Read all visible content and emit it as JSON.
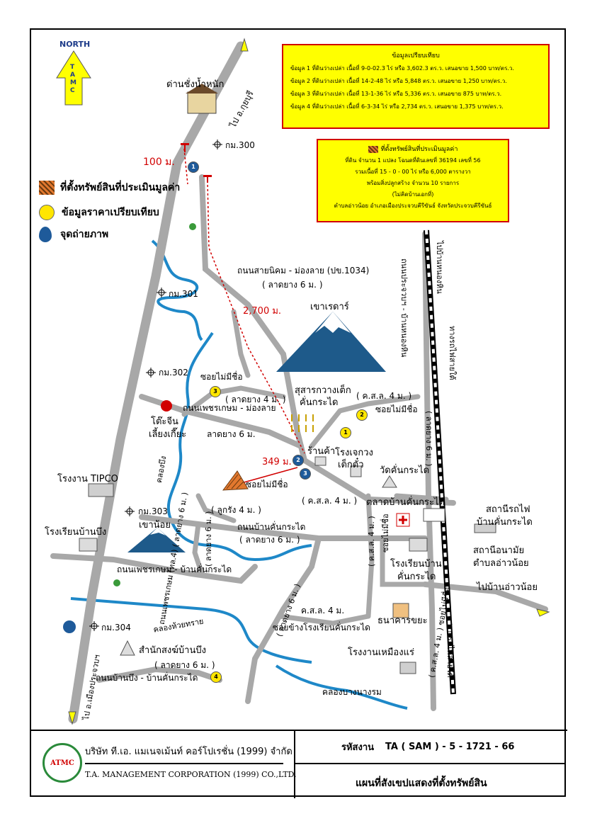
{
  "north": {
    "label": "NORTH",
    "arrow_letters": "TAMC"
  },
  "info_box": {
    "title": "ข้อมูลเปรียบเทียบ",
    "rows": [
      "ข้อมูล 1 ที่ดินว่างเปล่า เนื้อที่ 9-0-02.3 ไร่ หรือ 3,602.3 ตร.ว. เสนอขาย 1,500 บาท/ตร.ว.",
      "ข้อมูล 2 ที่ดินว่างเปล่า เนื้อที่ 14-2-48 ไร่ หรือ 5,848 ตร.ว. เสนอขาย 1,250 บาท/ตร.ว.",
      "ข้อมูล 3 ที่ดินว่างเปล่า เนื้อที่ 13-1-36 ไร่ หรือ 5,336 ตร.ว. เสนอขาย 875 บาท/ตร.ว.",
      "ข้อมูล 4 ที่ดินว่างเปล่า เนื้อที่ 6-3-34 ไร่ หรือ 2,734 ตร.ว. เสนอขาย 1,375 บาท/ตร.ว."
    ]
  },
  "property_box": {
    "title": "ที่ตั้งทรัพย์สินที่ประเมินมูลค่า",
    "rows": [
      "ที่ดิน จำนวน 1 แปลง โฉนดที่ดินเลขที่ 36194 เลขที่ 56",
      "รวมเนื้อที่ 15 - 0 - 00 ไร่ หรือ 6,000 ตารางวา",
      "พร้อมสิ่งปลูกสร้าง จำนวน 10 รายการ",
      "(ไม่คิดบ้านเอกที่)",
      "ตำบลอ่าวน้อย อำเภอเมืองประจวบคีรีขันธ์ จังหวัดประจวบคีรีขันธ์"
    ]
  },
  "legend": {
    "property": "ที่ตั้งทรัพย์สินที่ประเมินมูลค่า",
    "comparable": "ข้อมูลราคาเปรียบเทียบ",
    "photo": "จุดถ่ายภาพ"
  },
  "labels": {
    "weigh_station": "ด่านชั่งน้ำหนัก",
    "to_kui_buri": "ไป อ.กุยบุรี",
    "km300": "กม.300",
    "km301": "กม.301",
    "km302": "กม.302",
    "km303": "กม.303",
    "km304": "กม.304",
    "dist_100": "100 ม.",
    "dist_2700": "2,700 ม.",
    "dist_349": "349 ม.",
    "road_sainikom": "ถนนสายนิคม - ม่องลาย (ปข.1034)",
    "asphalt6_a": "( ลาดยาง 6 ม. )",
    "khao_reserve": "เขาเรดาร์",
    "soi_no_name_1": "ซอยไม่มีชื่อ",
    "asphalt4": "( ลาดยาง 4 ม. )",
    "farm": "สุสารกวางเต็ก",
    "farm2": "คั่นกระได",
    "ksl4_a": "( ค.ส.ล. 4 ม. )",
    "soi_no_name_2": "ซอยไม่มีชื่อ",
    "road_phetkasem_monglai": "ถนนเพชรเกษม - ม่องลาย",
    "toh_chin": "โต๊ะจีน",
    "toh_chin2": "เลี้ยงเกี๊ยะ",
    "asphalt6_b": "ลาดยาง 6 ม.",
    "shop": "ร้านค้า",
    "school_jekuang": "โรงเจกวง",
    "school_jekuang2": "เต็กตั๋ว",
    "temple_khankradai": "วัดคั่นกระได",
    "tipco": "โรงงาน TIPCO",
    "soi_no_name_3": "ซอยไม่มีชื่อ",
    "ksl4_b": "( ค.ส.ล. 4 ม. )",
    "market": "ตลาดบ้านคั่นกระได",
    "station": "สถานีรถไฟ",
    "station2": "บ้านคั่นกระได",
    "school_banbueng": "โรงเรียนบ้านบึง",
    "khao_noi": "เขาน้อย",
    "laterite4": "( ลูกรัง 4 ม. )",
    "road_ban_khankradai": "ถนนบ้านคั่นกระได",
    "asphalt6_c": "( ลาดยาง 6 ม. )",
    "health": "สถานีอนามัย",
    "health2": "ตำบลอ่าวน้อย",
    "road_phetkasem_khankradai": "ถนนเพชรเกษม - บ้านคั่นกระได",
    "school_khankradai": "โรงเรียนบ้าน",
    "school_khankradai2": "คั่นกระได",
    "to_ao_noi": "ไปบ้านอ่าวน้อย",
    "ksl4_c": "ค.ส.ล. 4 ม.",
    "soi_school": "ซอยข้างโรงเรียนคั่นกระได",
    "bank": "ธนาคารขยะ",
    "khlong_huai_sai": "คลองห้วยทราย",
    "monk": "สำนักสงฆ์บ้านบึง",
    "asphalt6_d": "( ลาดยาง 6 ม. )",
    "road_banbueng": "ถนนบ้านบึง - บ้านคั่นกระได",
    "mine_factory": "โรงงานเหมืองแร่",
    "khlong_bang_nang_rom": "คลองบางนางรม",
    "to_prachuap": "ไป อ.เมืองประจวบฯ",
    "road_phetkasem_vertical": "ถนนเพชรเกษม (ทล.4) ( ลาดยาง 6 ม. )",
    "road_vertical_right": "ถนนประจวบฯ - บ้านหนองหิน",
    "asphalt6_vertical": "( ลาดยาง 6 ม. )",
    "rail_vertical": "ทางรถไฟสายใต้",
    "rail_vertical2": "ทางรถไฟสายใต้",
    "to_ban_nong_hin": "ไปบ้านหนองหิน",
    "khlong_bueng": "คลองบึง",
    "asphalt6_vertical2": "( ลาดยาง 6 ม. )",
    "ksl4_vertical": "( ค.ส.ล. 4 ม. )",
    "soi_no_name_v": "ซอยไม่มีชื่อ",
    "ksl4_vertical2": "( ค.ส.ล. 4 ม. )",
    "soi_no_name_v2": "( ค.ส.ล. 4 ม. ) ซอยไม่มีชื่อ",
    "asphalt6_vertical3": "( ลาดยาง 6 ม. )"
  },
  "comparables": [
    "1",
    "2",
    "3",
    "4"
  ],
  "photo_points": [
    "1",
    "2",
    "3"
  ],
  "footer": {
    "company_th": "บริษัท ที.เอ. แมเนจเม้นท์ คอร์โปเรชั่น (1999) จำกัด",
    "company_en": "T.A. MANAGEMENT CORPORATION (1999) CO.,LTD.",
    "logo_text": "ATMC",
    "code_label": "รหัสงาน",
    "code_value": "TA ( SAM ) - 5 - 1721 - 66",
    "map_title": "แผนที่สังเขปแสดงที่ตั้งทรัพย์สิน"
  },
  "colors": {
    "road": "#a8a8a8",
    "river": "#1e88c8",
    "box_fill": "#ffff00",
    "box_border": "#d10000",
    "red_text": "#d10000"
  }
}
